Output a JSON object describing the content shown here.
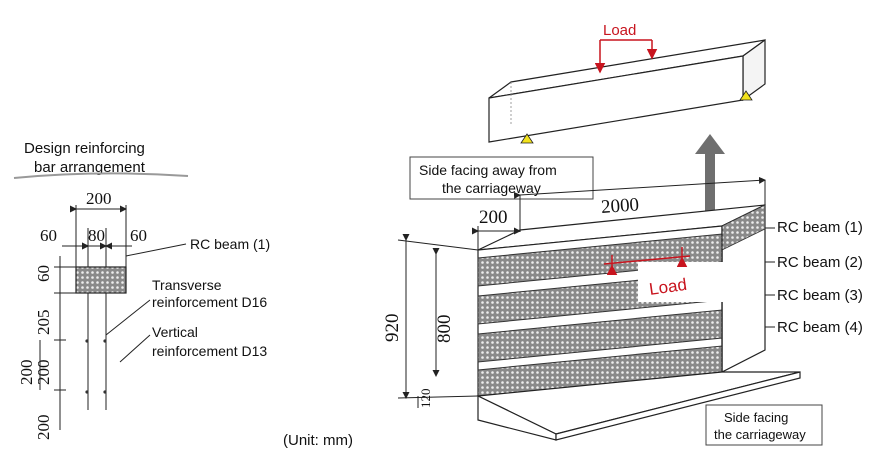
{
  "left_panel": {
    "heading_line1": "Design reinforcing",
    "heading_line2": "bar arrangement",
    "dim_top_total": "200",
    "dim_left": "60",
    "dim_mid": "80",
    "dim_right": "60",
    "dim_v1": "60",
    "dim_v2": "205",
    "dim_v3": "200",
    "dim_v4": "200",
    "dim_v5": "200",
    "label_rc_beam": "RC beam (1)",
    "label_transverse_1": "Transverse",
    "label_transverse_2": "reinforcement D16",
    "label_vertical_1": "Vertical",
    "label_vertical_2": "reinforcement D13"
  },
  "unit_label": "(Unit: mm)",
  "right_panel": {
    "load_top": "Load",
    "load_wall": "Load",
    "away_line1": "Side facing away from",
    "away_line2": "the carriageway",
    "facing_line1": "Side facing",
    "facing_line2": "the carriageway",
    "dim_length": "2000",
    "dim_thickness": "200",
    "dim_height_total": "920",
    "dim_height_beams": "800",
    "dim_base": "120",
    "beam_labels": [
      "RC beam (1)",
      "RC beam (2)",
      "RC beam (3)",
      "RC beam (4)"
    ]
  },
  "colors": {
    "load_red": "#c8141e",
    "arrow_gray": "#6f6f6f",
    "support_yellow": "#f2e21c"
  }
}
